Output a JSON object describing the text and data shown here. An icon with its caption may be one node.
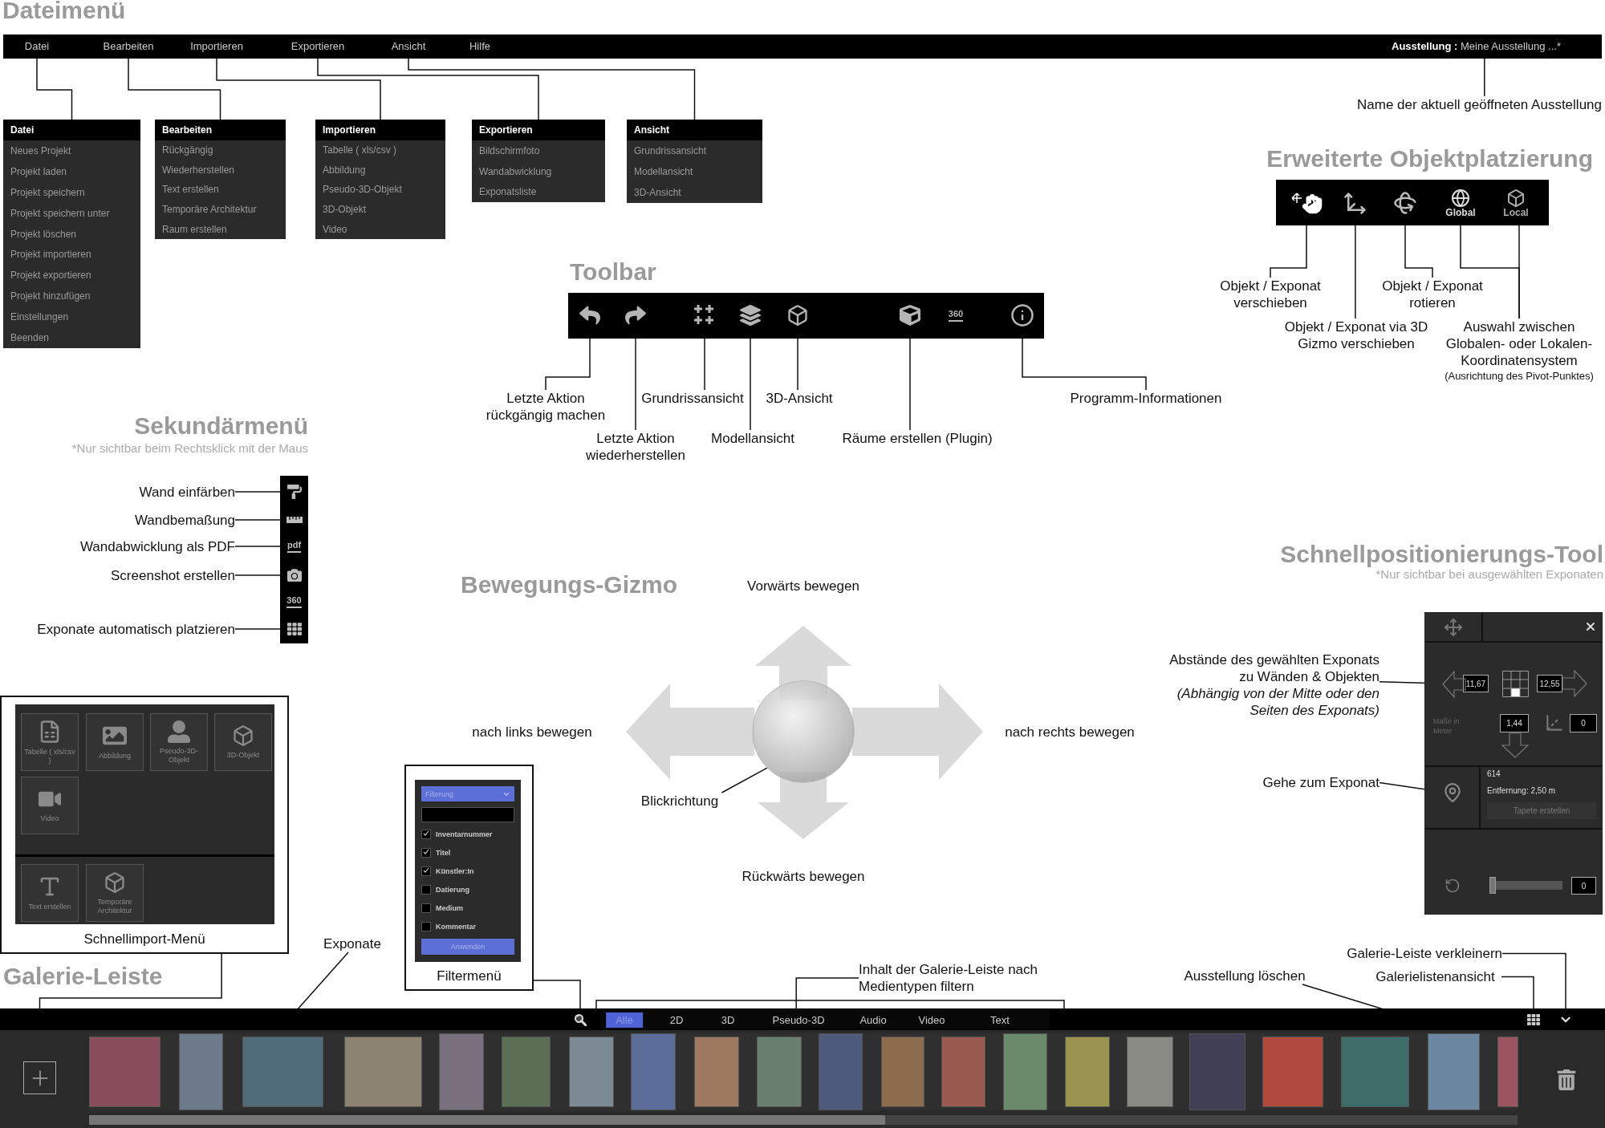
{
  "diagram": {
    "nodes": [
      {
        "text": [],
        "shape": "bar"
      },
      {
        "text": [
          "Datei"
        ],
        "in": 0
      },
      {
        "text": [
          "Bearbeiten"
        ],
        "in": 0
      },
      {
        "text": [
          "Importieren"
        ],
        "in": 0
      },
      {
        "text": [
          "Exportieren"
        ],
        "in": 0
      },
      {
        "text": [
          "Ansicht"
        ],
        "in": 0
      },
      {
        "text": [
          "Hilfe"
        ],
        "in": 0
      },
      {
        "text": [
          "**Ausstellung :** Meine Ausstellung ...*"
        ],
        "in": 0
      },
      {
        "text": [
          "Name der aktuell geöffneten Ausstellung"
        ]
      },
      {
        "text": [
          "Datei",
          "Neues Projekt",
          "Projekt laden",
          "Projekt speichern",
          "Projekt speichern unter",
          "Projekt löschen",
          "Projekt importieren",
          "Projekt exportieren",
          "Projekt hinzufügen",
          "Einstellungen",
          "Beenden"
        ]
      },
      {
        "text": [
          "Bearbeiten",
          "Rückgängig",
          "Wiederherstellen",
          "Text erstellen",
          "Temporäre Architektur",
          "Raum erstellen"
        ]
      },
      {
        "text": [
          "Importieren",
          "Tabelle ( xls/csv )",
          "Abbildung",
          "Pseudo-3D-Objekt",
          "3D-Objekt",
          "Video"
        ]
      },
      {
        "text": [
          "Exportieren",
          "Bildschirmfoto",
          "Wandabwicklung",
          "Exponatsliste"
        ]
      },
      {
        "text": [
          "Ansicht",
          "Grundrissansicht",
          "Modellansicht",
          "3D-Ansicht"
        ]
      },
      {
        "text": [],
        "shape": "bar"
      },
      {
        "text": [],
        "shape": "picture",
        "in": 14
      },
      {
        "text": [],
        "shape": "picture",
        "in": 14
      },
      {
        "text": [],
        "shape": "picture",
        "in": 14
      },
      {
        "text": [
          "Global"
        ],
        "in": 14
      },
      {
        "text": [
          "Local"
        ],
        "in": 14
      },
      {
        "text": [
          "Objekt / Exponat verschieben"
        ]
      },
      {
        "text": [
          "Objekt / Exponat via 3D Gizmo verschieben"
        ]
      },
      {
        "text": [
          "Objekt / Exponat rotieren"
        ]
      },
      {
        "text": [
          "Auswahl zwischen Globalen- oder Lokalen- Koordinatensystem",
          "(Ausrichtung des Pivot-Punktes)"
        ]
      },
      {
        "text": [],
        "shape": "bar"
      },
      {
        "text": [],
        "shape": "picture",
        "in": 24
      },
      {
        "text": [],
        "shape": "picture",
        "in": 24
      },
      {
        "text": [],
        "shape": "picture",
        "in": 24
      },
      {
        "text": [],
        "shape": "picture",
        "in": 24
      },
      {
        "text": [],
        "shape": "picture",
        "in": 24
      },
      {
        "text": [],
        "shape": "picture",
        "in": 24
      },
      {
        "text": [
          "360"
        ],
        "in": 24
      },
      {
        "text": [],
        "shape": "picture",
        "in": 24
      },
      {
        "text": [
          "Letzte Aktion rückgängig machen"
        ]
      },
      {
        "text": [
          "Letzte Aktion wiederherstellen"
        ]
      },
      {
        "text": [
          "Grundrissansicht"
        ]
      },
      {
        "text": [
          "Modellansicht"
        ]
      },
      {
        "text": [
          "3D-Ansicht"
        ]
      },
      {
        "text": [
          "Räume erstellen (Plugin)"
        ]
      },
      {
        "text": [
          "Programm-Informationen"
        ]
      },
      {
        "text": [],
        "shape": "bar"
      },
      {
        "text": [],
        "shape": "picture",
        "in": 40
      },
      {
        "text": [],
        "shape": "picture",
        "in": 40
      },
      {
        "text": [
          "pdf"
        ],
        "in": 40
      },
      {
        "text": [],
        "shape": "picture",
        "in": 40
      },
      {
        "text": [
          "360"
        ],
        "in": 40
      },
      {
        "text": [],
        "shape": "picture",
        "in": 40
      },
      {
        "text": [
          "Wand einfärben"
        ]
      },
      {
        "text": [
          "Wandbemaßung"
        ]
      },
      {
        "text": [
          "Wandabwicklung als PDF"
        ]
      },
      {
        "text": [
          "Screenshot erstellen"
        ]
      },
      {
        "text": [
          "Exponate automatisch platzieren"
        ]
      },
      {
        "text": [
          "Schnellimport-Menü"
        ]
      },
      {
        "text": [
          "Tabelle ( xls/csv )"
        ],
        "in": 52
      },
      {
        "text": [
          "Abbildung"
        ],
        "in": 52
      },
      {
        "text": [
          "Pseudo-3D-Objekt"
        ],
        "in": 52
      },
      {
        "text": [
          "3D-Objekt"
        ],
        "in": 52
      },
      {
        "text": [
          "Video"
        ],
        "in": 52
      },
      {
        "text": [
          "Text erstellen"
        ],
        "in": 52
      },
      {
        "text": [
          "Temporäre Architektur"
        ],
        "in": 52
      },
      {
        "text": [],
        "shape": "circle"
      },
      {
        "text": [
          "Blickrichtung"
        ]
      },
      {
        "text": [
          "Filterung",
          "Inventarnummer",
          "Titel",
          "Künstler:In",
          "Datierung",
          "Medium",
          "Kommentar",
          "Anwenden",
          "Filtermenü"
        ]
      },
      {
        "text": [
          "11,67",
          "12,55",
          "Maße in Meter",
          "1,44",
          "0",
          "614",
          "Entfernung: 2,50 m",
          "Tapete erstellen",
          "0"
        ]
      },
      {
        "text": [],
        "shape": "picture",
        "in": 63
      },
      {
        "text": [],
        "shape": "picture",
        "in": 63
      },
      {
        "text": [
          "Abstände des gewählten Exponats zu Wänden & Objekten",
          "(Abhängig von der Mitte oder den Seiten des Exponats)"
        ]
      },
      {
        "text": [
          "Gehe zum Exponat"
        ]
      },
      {
        "text": [
          "Exponate"
        ]
      },
      {
        "text": [
          "Inhalt der Galerie-Leiste nach Medientypen filtern"
        ]
      },
      {
        "text": [
          "Ausstellung löschen"
        ]
      },
      {
        "text": [
          "Galerie-Leiste verkleinern"
        ]
      },
      {
        "text": [
          "Galerielistenansicht"
        ]
      },
      {
        "text": [],
        "shape": "bar"
      },
      {
        "text": [],
        "shape": "picture",
        "in": 73
      },
      {
        "text": [
          "Alle",
          "2D",
          "3D",
          "Pseudo-3D",
          "Audio",
          "Video",
          "Text"
        ],
        "in": 73
      },
      {
        "text": [],
        "shape": "picture",
        "in": 73
      },
      {
        "text": [],
        "shape": "picture",
        "in": 73
      },
      {
        "text": [],
        "shape": "box",
        "in": 73
      },
      {
        "text": [],
        "shape": "picture",
        "in": 73
      },
      {
        "text": [],
        "shape": "picture",
        "in": 73
      }
    ],
    "edges": [
      {
        "from": 1,
        "to": 9,
        "arrow": "none"
      },
      {
        "from": 2,
        "to": 10,
        "arrow": "none"
      },
      {
        "from": 3,
        "to": 11,
        "arrow": "none"
      },
      {
        "from": 4,
        "to": 12,
        "arrow": "none"
      },
      {
        "from": 5,
        "to": 13,
        "arrow": "none"
      },
      {
        "from": 8,
        "to": 7,
        "arrow": "none"
      },
      {
        "from": 20,
        "to": 15,
        "arrow": "none"
      },
      {
        "from": 21,
        "to": 16,
        "arrow": "none"
      },
      {
        "from": 22,
        "to": 17,
        "arrow": "none"
      },
      {
        "from": 23,
        "to": 18,
        "arrow": "none"
      },
      {
        "from": 23,
        "to": 19,
        "arrow": "none"
      },
      {
        "from": 33,
        "to": 25,
        "arrow": "none"
      },
      {
        "from": 34,
        "to": 26,
        "arrow": "none"
      },
      {
        "from": 35,
        "to": 27,
        "arrow": "none"
      },
      {
        "from": 36,
        "to": 28,
        "arrow": "none"
      },
      {
        "from": 37,
        "to": 29,
        "arrow": "none"
      },
      {
        "from": 38,
        "to": 30,
        "arrow": "none"
      },
      {
        "from": 39,
        "to": 32,
        "arrow": "none"
      },
      {
        "from": 47,
        "to": 41,
        "arrow": "none"
      },
      {
        "from": 48,
        "to": 42,
        "arrow": "none"
      },
      {
        "from": 49,
        "to": 43,
        "arrow": "none"
      },
      {
        "from": 50,
        "to": 44,
        "arrow": "none"
      },
      {
        "from": 51,
        "to": 46,
        "arrow": "none"
      },
      {
        "from": 52,
        "to": 78,
        "arrow": "none"
      },
      {
        "from": 61,
        "to": 60,
        "arrow": "none"
      },
      {
        "from": 62,
        "to": 74,
        "arrow": "none"
      },
      {
        "from": 66,
        "to": 64,
        "arrow": "none"
      },
      {
        "from": 67,
        "to": 65,
        "arrow": "none"
      },
      {
        "from": 68,
        "to": 79,
        "arrow": "none"
      },
      {
        "from": 69,
        "to": 75,
        "arrow": "none"
      },
      {
        "from": 70,
        "to": 80,
        "arrow": "none"
      },
      {
        "from": 71,
        "to": 77,
        "arrow": "none"
      },
      {
        "from": 72,
        "to": 76,
        "arrow": "none"
      }
    ],
    "labels": [
      "Dateimenü",
      "Erweiterte Objektplatzierung",
      "Toolbar",
      "Sekundärmenü",
      "*Nur sichtbar beim Rechtsklick mit der Maus",
      "Bewegungs-Gizmo",
      "Vorwärts bewegen",
      "nach links bewegen",
      "nach rechts bewegen",
      "Rückwärts bewegen",
      "Schnellpositionierungs-Tool",
      "*Nur sichtbar bei ausgewählten Exponaten",
      "Galerie-Leiste"
    ]
  }
}
